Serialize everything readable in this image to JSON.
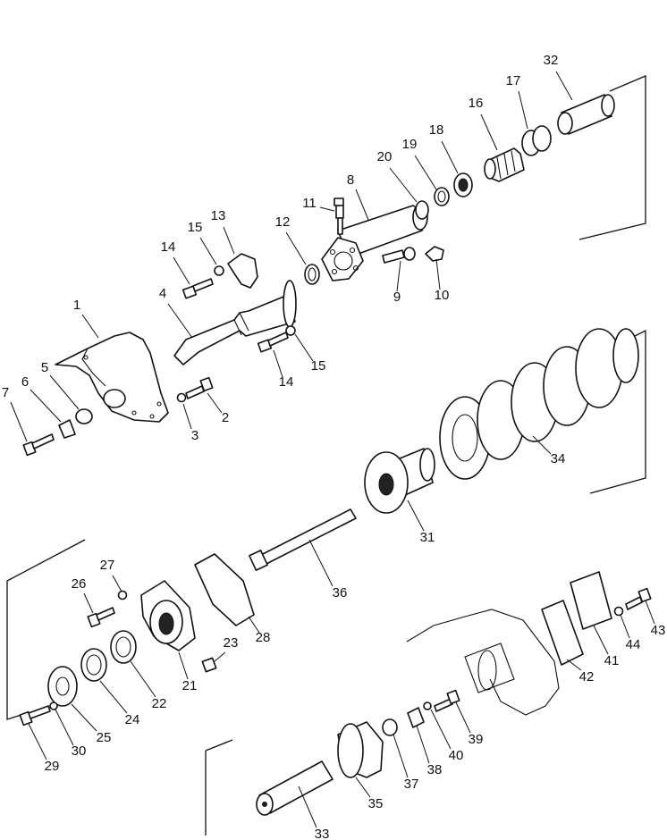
{
  "callouts": [
    {
      "id": "1",
      "label": "1"
    },
    {
      "id": "2",
      "label": "2"
    },
    {
      "id": "3",
      "label": "3"
    },
    {
      "id": "4",
      "label": "4"
    },
    {
      "id": "5",
      "label": "5"
    },
    {
      "id": "6",
      "label": "6"
    },
    {
      "id": "7",
      "label": "7"
    },
    {
      "id": "8",
      "label": "8"
    },
    {
      "id": "9",
      "label": "9"
    },
    {
      "id": "10",
      "label": "10"
    },
    {
      "id": "11",
      "label": "11"
    },
    {
      "id": "12",
      "label": "12"
    },
    {
      "id": "13",
      "label": "13"
    },
    {
      "id": "14a",
      "label": "14"
    },
    {
      "id": "14b",
      "label": "14"
    },
    {
      "id": "15a",
      "label": "15"
    },
    {
      "id": "15b",
      "label": "15"
    },
    {
      "id": "16",
      "label": "16"
    },
    {
      "id": "17",
      "label": "17"
    },
    {
      "id": "18",
      "label": "18"
    },
    {
      "id": "19",
      "label": "19"
    },
    {
      "id": "20",
      "label": "20"
    },
    {
      "id": "21",
      "label": "21"
    },
    {
      "id": "22",
      "label": "22"
    },
    {
      "id": "23",
      "label": "23"
    },
    {
      "id": "24",
      "label": "24"
    },
    {
      "id": "25",
      "label": "25"
    },
    {
      "id": "26",
      "label": "26"
    },
    {
      "id": "27",
      "label": "27"
    },
    {
      "id": "28",
      "label": "28"
    },
    {
      "id": "29",
      "label": "29"
    },
    {
      "id": "30",
      "label": "30"
    },
    {
      "id": "31",
      "label": "31"
    },
    {
      "id": "32",
      "label": "32"
    },
    {
      "id": "33",
      "label": "33"
    },
    {
      "id": "34",
      "label": "34"
    },
    {
      "id": "35",
      "label": "35"
    },
    {
      "id": "36",
      "label": "36"
    },
    {
      "id": "37",
      "label": "37"
    },
    {
      "id": "38",
      "label": "38"
    },
    {
      "id": "39",
      "label": "39"
    },
    {
      "id": "40",
      "label": "40"
    },
    {
      "id": "41",
      "label": "41"
    },
    {
      "id": "42",
      "label": "42"
    },
    {
      "id": "43",
      "label": "43"
    },
    {
      "id": "44",
      "label": "44"
    }
  ]
}
